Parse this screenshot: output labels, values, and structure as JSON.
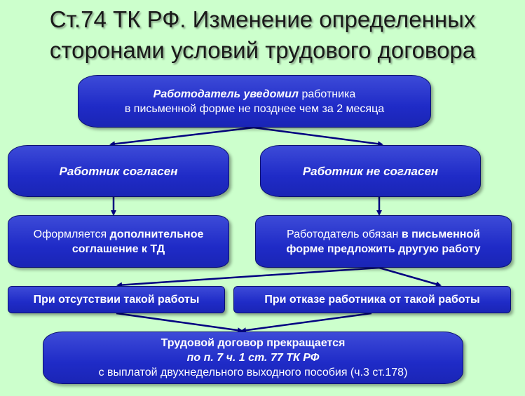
{
  "title": {
    "line1": "Ст.74 ТК РФ. Изменение определенных",
    "line2": "сторонами условий трудового договора"
  },
  "boxes": {
    "notice": {
      "bold": "Работодатель уведомил",
      "rest": " работника",
      "line2": "в письменной форме не позднее чем за 2 месяца"
    },
    "agree": {
      "text": "Работник согласен"
    },
    "disagree": {
      "text": "Работник не согласен"
    },
    "supplement": {
      "plain": "Оформляется ",
      "bold1": "дополнительное",
      "line2": "соглашение к ТД"
    },
    "offer": {
      "plain": "Работодатель обязан ",
      "bold1": "в письменной",
      "line2": "форме предложить другую работу"
    },
    "no_work": {
      "text": "При отсутствии такой работы"
    },
    "refusal": {
      "text": "При отказе работника от такой работы"
    },
    "terminate": {
      "line1": "Трудовой договор прекращается",
      "line2": "по п. 7 ч. 1 ст. 77 ТК РФ",
      "line3": "с выплатой двухнедельного выходного пособия (ч.3 ст.178)"
    }
  },
  "colors": {
    "background": "#ccffcc",
    "box_fill": "#1f2bc7",
    "arrow": "#000080"
  }
}
